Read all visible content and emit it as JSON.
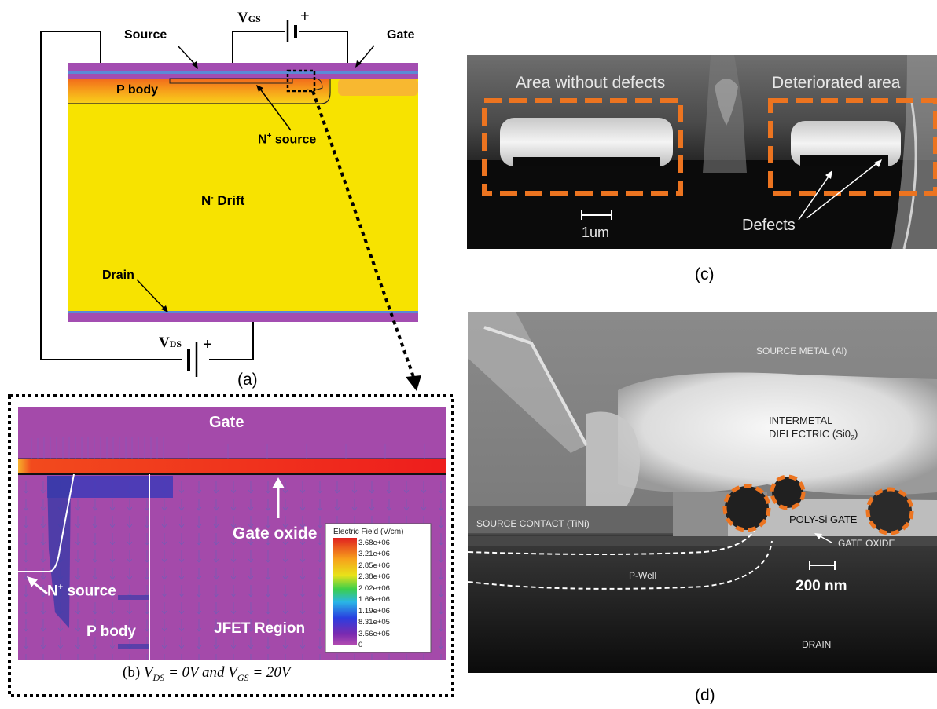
{
  "panel_a": {
    "caption": "(a)",
    "vgs_label": "V",
    "vgs_sub": "GS",
    "plus": "+",
    "vds_label": "V",
    "vds_sub": "DS",
    "source": "Source",
    "gate": "Gate",
    "p_body": "P body",
    "n_source_main": "N",
    "n_source_sup": "+",
    "n_source_rest": " source",
    "n_drift_main": "N",
    "n_drift_sup": "-",
    "n_drift_rest": " Drift",
    "drain": "Drain",
    "colors": {
      "purple": "#a34db1",
      "yellow": "#f7e300",
      "orange": "#f5a21a"
    }
  },
  "panel_b": {
    "caption_prefix": "(b) ",
    "caption_formula": "V",
    "caption_ds": "DS",
    "caption_mid": " = 0V and V",
    "caption_gs": "GS",
    "caption_end": " = 20V",
    "gate": "Gate",
    "gate_oxide": "Gate oxide",
    "n_source_main": "N",
    "n_source_sup": "+",
    "n_source_rest": " source",
    "p_body": "P body",
    "jfet": "JFET Region",
    "legend_title": "Electric Field (V/cm)",
    "legend_values": [
      "3.68e+06",
      "3.21e+06",
      "2.85e+06",
      "2.38e+06",
      "2.02e+06",
      "1.66e+06",
      "1.19e+06",
      "8.31e+05",
      "3.56e+05",
      "0"
    ]
  },
  "panel_c": {
    "caption": "(c)",
    "left_label": "Area without defects",
    "right_label": "Deteriorated area",
    "scale": "1um",
    "defects": "Defects"
  },
  "panel_d": {
    "caption": "(d)",
    "source_metal": "SOURCE METAL (Al)",
    "intermetal_1": "INTERMETAL",
    "intermetal_2": "DIELECTRIC (Si0",
    "intermetal_sub": "2",
    "intermetal_end": ")",
    "source_contact": "SOURCE CONTACT (TiNi)",
    "poly_gate": "POLY-Si GATE",
    "gate_oxide": "GATE OXIDE",
    "p_well": "P-Well",
    "scale": "200 nm",
    "drain": "DRAIN"
  }
}
